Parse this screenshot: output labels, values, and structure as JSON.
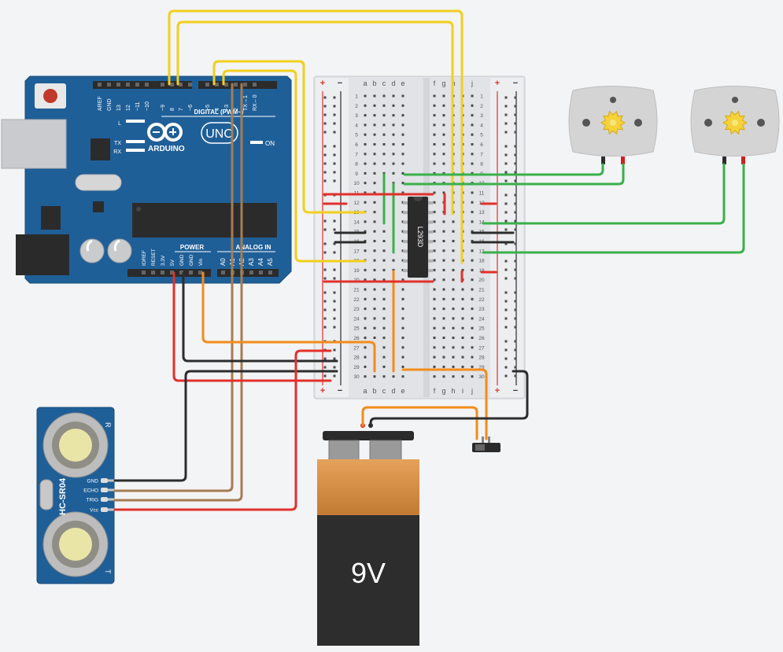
{
  "arduino": {
    "brand": "ARDUINO",
    "model": "UNO",
    "digital_label": "DIGITAL (PWM~)",
    "power_label": "POWER",
    "analog_label": "ANALOG IN",
    "on_label": "ON",
    "l_label": "L",
    "tx_label": "TX",
    "rx_label": "RX",
    "top_pins": [
      "AREF",
      "GND",
      "13",
      "12",
      "~11",
      "~10",
      "~9",
      "8",
      "7",
      "~6",
      "~5",
      "4",
      "~3",
      "2",
      "TX→1",
      "RX←0"
    ],
    "power_pins": [
      "IOREF",
      "RESET",
      "3.3V",
      "5V",
      "GND",
      "GND",
      "Vin"
    ],
    "analog_pins": [
      "A0",
      "A1",
      "A2",
      "A3",
      "A4",
      "A5"
    ]
  },
  "breadboard": {
    "left_cols": [
      "a",
      "b",
      "c",
      "d",
      "e"
    ],
    "right_cols": [
      "f",
      "g",
      "h",
      "i",
      "j"
    ],
    "rows": 30,
    "plus": "+",
    "minus": "−"
  },
  "ic": {
    "label": "L293D"
  },
  "sensor": {
    "name": "HC-SR04",
    "pins": [
      "GND",
      "ECHO",
      "TRIG",
      "Vcc"
    ],
    "r_mark": "R",
    "t_mark": "T"
  },
  "battery": {
    "label": "9V"
  },
  "colors": {
    "board": "#1f5f98",
    "yellow": "#f2cf1d",
    "green": "#3ab04a",
    "red": "#e2302b",
    "black": "#2d2d2d",
    "orange": "#f28c1b",
    "brown": "#a67c52"
  }
}
